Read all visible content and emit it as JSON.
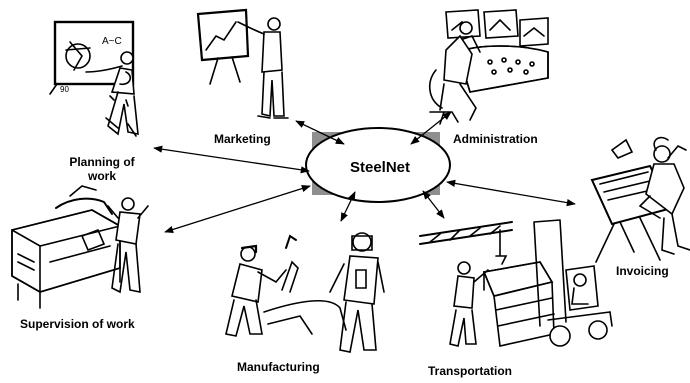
{
  "hub": {
    "label": "SteelNet"
  },
  "nodes": {
    "marketing": "Marketing",
    "administration": "Administration",
    "planning_line1": "Planning of",
    "planning_line2": "work",
    "invoicing": "Invoicing",
    "supervision": "Supervision of work",
    "manufacturing": "Manufacturing",
    "transportation": "Transportation"
  },
  "formula_text": "A~C",
  "formula_number": "90",
  "colors": {
    "hub_shadow": "#8f8f8f",
    "line": "#000000"
  }
}
